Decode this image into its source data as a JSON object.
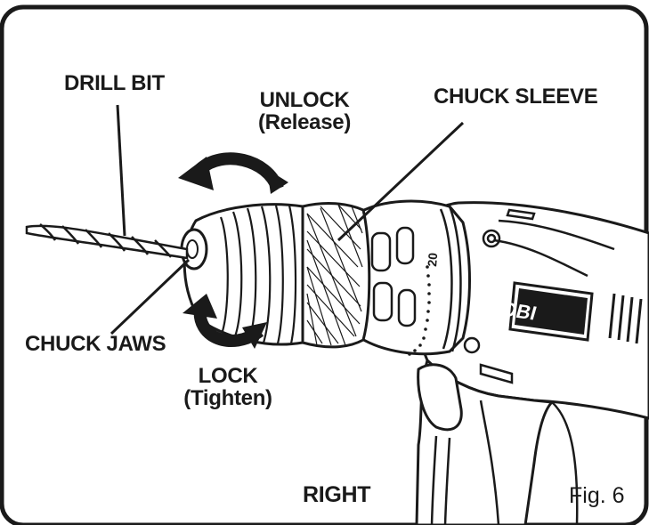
{
  "labels": {
    "drill_bit": "DRILL BIT",
    "unlock": "UNLOCK",
    "unlock_sub": "(Release)",
    "chuck_sleeve": "CHUCK SLEEVE",
    "chuck_jaws": "CHUCK JAWS",
    "lock": "LOCK",
    "lock_sub": "(Tighten)",
    "direction": "RIGHT",
    "figure": "Fig. 6"
  },
  "drill": {
    "brand": "RYOBI",
    "collar_marking": "20"
  }
}
